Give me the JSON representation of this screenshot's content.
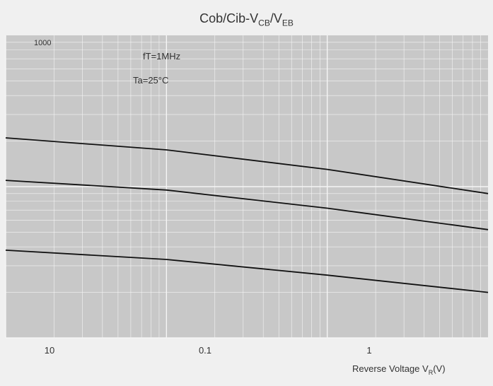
{
  "chart_data": {
    "type": "line",
    "title": {
      "main_prefix": "Cob/Cib-V",
      "sub1": "CB",
      "slash": "/V",
      "sub2": "EB"
    },
    "xlabel": {
      "main": "Reverse Voltage   V",
      "sub": "R",
      "unit": "(V)"
    },
    "ylabel": "",
    "x_scale": "log",
    "x_ticks": [
      "10",
      "0.1",
      "1"
    ],
    "y_tick_top": "1000",
    "annotations": {
      "frequency": "fT=1MHz",
      "temperature": "Ta=25°C"
    },
    "series": [
      {
        "values": [
          [
            0.01,
            210
          ],
          [
            0.1,
            175
          ],
          [
            1,
            130
          ],
          [
            10,
            90
          ]
        ]
      },
      {
        "values": [
          [
            0.01,
            110
          ],
          [
            0.1,
            95
          ],
          [
            1,
            72
          ],
          [
            10,
            52
          ]
        ]
      },
      {
        "values": [
          [
            0.01,
            38
          ],
          [
            0.1,
            33
          ],
          [
            1,
            26
          ],
          [
            10,
            20
          ]
        ]
      }
    ],
    "grid": true,
    "legend": "none",
    "colors": {
      "background": "#f0f0f0",
      "plot_background": "#c8c8c8",
      "text": "#333333",
      "curve": "#111111",
      "grid": "#f5f5f5"
    }
  }
}
